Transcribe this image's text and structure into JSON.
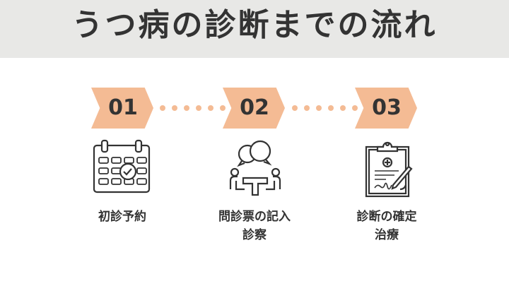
{
  "title": "うつ病の診断までの流れ",
  "steps": [
    {
      "number": "01",
      "icon": "calendar-check-icon",
      "label_line1": "初診予約",
      "label_line2": ""
    },
    {
      "number": "02",
      "icon": "consultation-icon",
      "label_line1": "問診票の記入",
      "label_line2": "診察"
    },
    {
      "number": "03",
      "icon": "medical-clipboard-icon",
      "label_line1": "診断の確定",
      "label_line2": "治療"
    }
  ],
  "colors": {
    "accent": "#f4bb94",
    "header_bg": "#e8e8e6",
    "text": "#333333"
  }
}
